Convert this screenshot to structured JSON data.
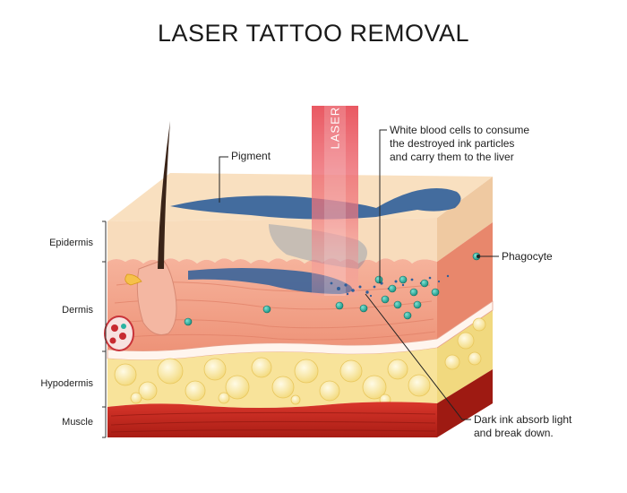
{
  "title": "LASER TATTOO REMOVAL",
  "laser": "LASER",
  "callouts": {
    "pigment": "Pigment",
    "white_blood_cells": "White blood cells to consume the destroyed ink particles and carry them to the liver",
    "phagocyte": "Phagocyte",
    "dark_ink": "Dark ink absorb light and break down."
  },
  "layers": [
    "Epidermis",
    "Dermis",
    "Hypodermis",
    "Muscle"
  ],
  "colors": {
    "epidermis": "#f7d9b5",
    "dermis": "#f2a088",
    "hypodermis": "#f8e7a0",
    "muscle": "#c8271d",
    "ink": "#2f5f9a",
    "phagocyte": "#2bb3a2",
    "laser": "#e8505a"
  }
}
